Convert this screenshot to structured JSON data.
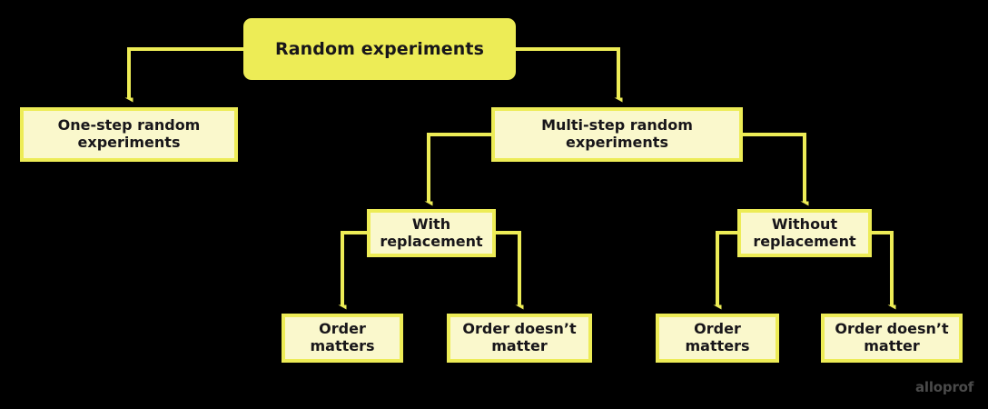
{
  "diagram": {
    "title": "Random experiments classification tree",
    "type": "tree-diagram",
    "background_color": "#000000",
    "accent_color": "#EDEC56",
    "fill_color": "#FAF8CC",
    "text_color": "#18161a",
    "nodes": {
      "root": {
        "label": "Random experiments"
      },
      "one_step": {
        "label": "One-step random experiments"
      },
      "multi_step": {
        "label": "Multi-step random experiments"
      },
      "with_replacement": {
        "label": "With replacement"
      },
      "without_replacement": {
        "label": "Without replacement"
      },
      "with_order_matters": {
        "label": "Order matters"
      },
      "with_order_doesnt_matter": {
        "label": "Order doesn’t matter"
      },
      "without_order_matters": {
        "label": "Order matters"
      },
      "without_order_doesnt_matter": {
        "label": "Order doesn’t matter"
      }
    },
    "watermark": {
      "label": "alloprof"
    }
  }
}
